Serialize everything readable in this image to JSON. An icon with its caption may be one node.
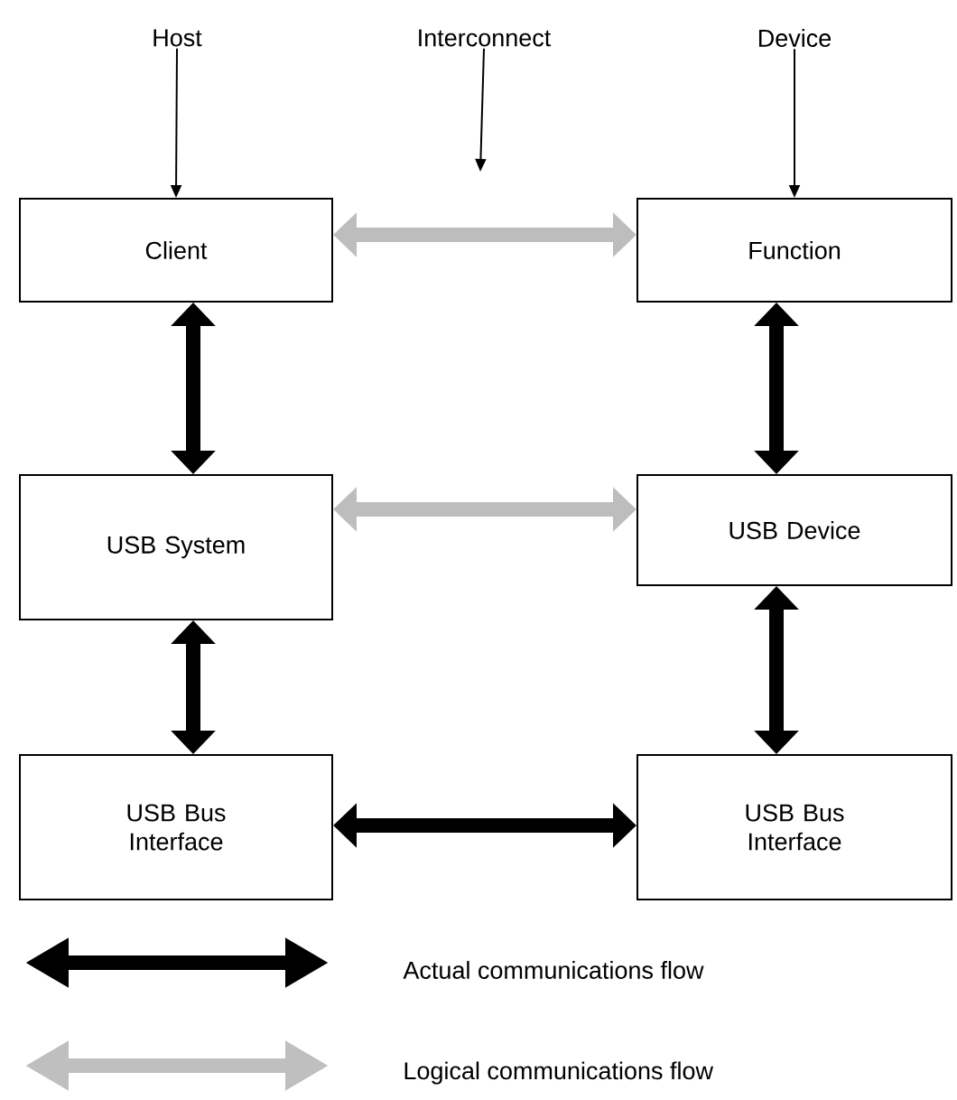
{
  "diagram": {
    "nodes": [
      {
        "text": [
          "Host"
        ]
      },
      {
        "text": [
          "Interconnect"
        ]
      },
      {
        "text": [
          "Device"
        ]
      },
      {
        "text": [
          "Client"
        ]
      },
      {
        "text": [
          "Function"
        ]
      },
      {
        "text": [
          "USB System"
        ]
      },
      {
        "text": [
          "USB Device"
        ]
      },
      {
        "text": [
          "USB Bus Interface"
        ]
      },
      {
        "text": [
          "USB Bus Interface"
        ]
      }
    ],
    "edges": [
      {
        "from": 0,
        "to": 3,
        "arrow": "to"
      },
      {
        "from": 1,
        "to": null,
        "arrow": "to"
      },
      {
        "from": 2,
        "to": 4,
        "arrow": "to"
      },
      {
        "from": 3,
        "to": 4,
        "arrow": "both",
        "color": "#bdbdbd"
      },
      {
        "from": 3,
        "to": 5,
        "arrow": "both"
      },
      {
        "from": 4,
        "to": 6,
        "arrow": "both"
      },
      {
        "from": 5,
        "to": 6,
        "arrow": "both",
        "color": "#bdbdbd"
      },
      {
        "from": 5,
        "to": 7,
        "arrow": "both"
      },
      {
        "from": 6,
        "to": 8,
        "arrow": "both"
      },
      {
        "from": 7,
        "to": 8,
        "arrow": "both"
      }
    ],
    "legend": [
      {
        "text": "Actual communications flow"
      },
      {
        "text": "Logical communications flow"
      }
    ]
  }
}
